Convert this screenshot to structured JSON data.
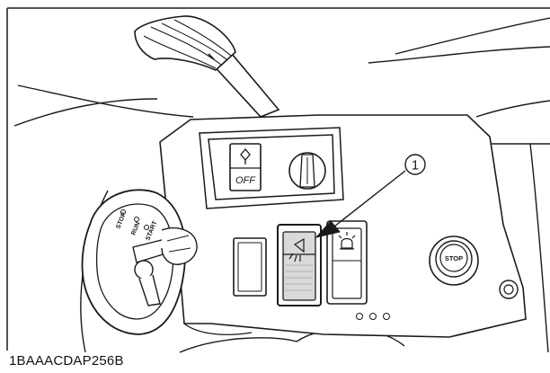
{
  "figure_code": "1BAAACDAP256B",
  "callout_number": "1",
  "key_switch": {
    "positions": [
      "STOP",
      "RUN",
      "START"
    ]
  },
  "rocker_switch": {
    "off_label": "OFF"
  },
  "stop_button": {
    "label": "STOP"
  },
  "colors": {
    "line": "#1a1a1a",
    "background": "#ffffff",
    "shade": "#d9d9d9"
  }
}
